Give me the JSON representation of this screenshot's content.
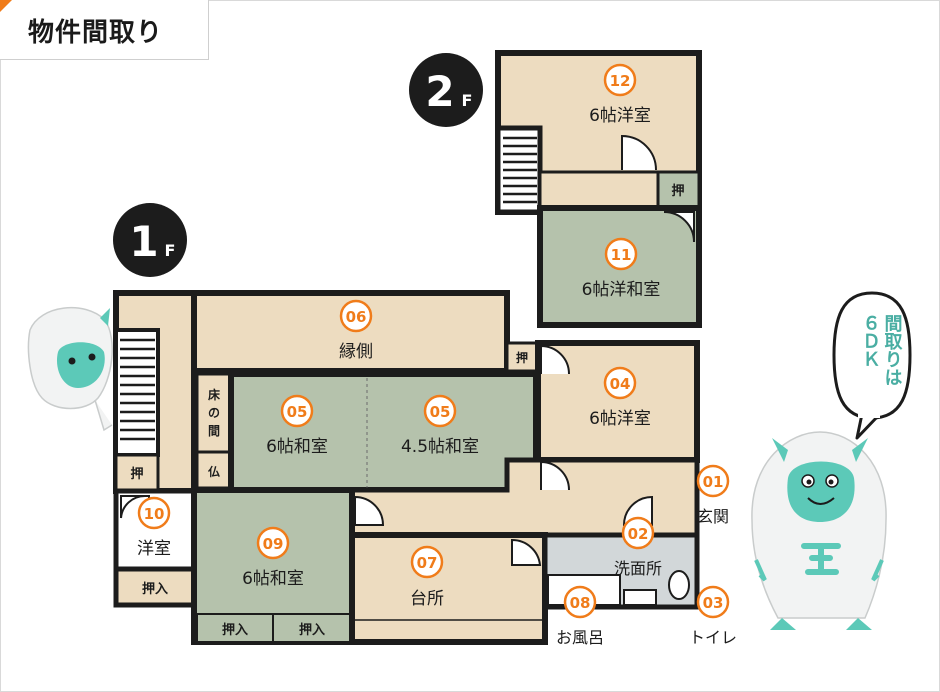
{
  "page": {
    "title": "物件間取り"
  },
  "floors": {
    "first": "1",
    "second": "2",
    "suffix": "F"
  },
  "badge": {
    "text_lines": [
      "間取りは",
      "６ＤＫ"
    ]
  },
  "colors": {
    "room_beige": "#eddcc0",
    "room_green": "#b5c2ac",
    "wall": "#1c1c1c",
    "number_orange": "#f07c1a",
    "utility_gray": "#d2d7d9",
    "mascot_teal": "#5cc9b8"
  },
  "rooms": {
    "r01": {
      "num": "01",
      "name": "玄関"
    },
    "r02": {
      "num": "02",
      "name": "洗面所"
    },
    "r03": {
      "num": "03",
      "name": "トイレ"
    },
    "r04": {
      "num": "04",
      "name": "6帖洋室"
    },
    "r05a": {
      "num": "05",
      "name": "6帖和室"
    },
    "r05b": {
      "num": "05",
      "name": "4.5帖和室"
    },
    "r06": {
      "num": "06",
      "name": "縁側"
    },
    "r07": {
      "num": "07",
      "name": "台所"
    },
    "r08": {
      "num": "08",
      "name": "お風呂"
    },
    "r09": {
      "num": "09",
      "name": "6帖和室"
    },
    "r10": {
      "num": "10",
      "name": "洋室"
    },
    "r11": {
      "num": "11",
      "name": "6帖洋和室"
    },
    "r12": {
      "num": "12",
      "name": "6帖洋室"
    }
  },
  "storage": {
    "oshi": "押",
    "oshiire": "押入",
    "butsuma": "仏",
    "tokonoma_chars": [
      "床",
      "の",
      "間"
    ]
  }
}
